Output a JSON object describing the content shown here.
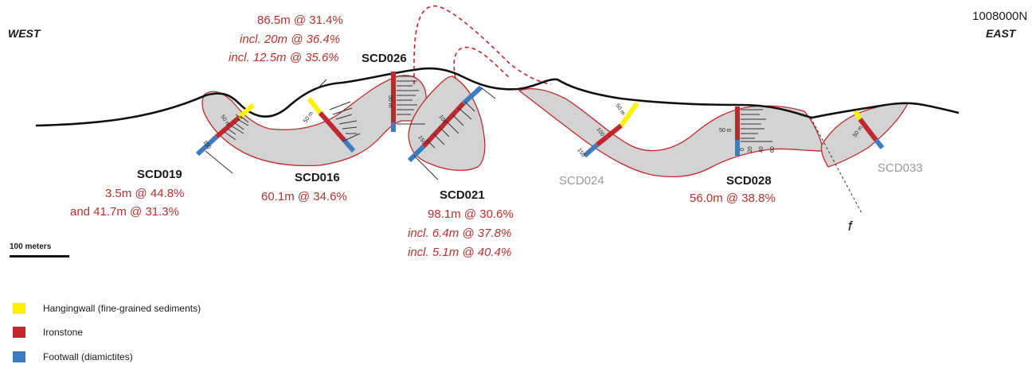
{
  "header": {
    "west_label": "WEST",
    "east_label": "EAST",
    "northing_label": "1008000N"
  },
  "colors": {
    "hangingwall": "#FFF200",
    "ironstone": "#C0282D",
    "footwall": "#3F7CBF",
    "result_text": "#B5322E",
    "orebody_fill": "#D3D3D3"
  },
  "holes": [
    {
      "id": "SCD019",
      "results": [
        "3.5m @ 44.8%",
        "and 41.7m @ 31.3%"
      ]
    },
    {
      "id": "SCD016",
      "results": [
        "60.1m @ 34.6%"
      ]
    },
    {
      "id": "SCD026",
      "results": [
        "86.5m @ 31.4%",
        "incl. 20m @ 36.4%",
        "incl. 12.5m @ 35.6%"
      ]
    },
    {
      "id": "SCD021",
      "results": [
        "98.1m @ 30.6%",
        "incl. 6.4m @ 37.8%",
        "incl. 5.1m @ 40.4%"
      ]
    },
    {
      "id": "SCD024",
      "results": []
    },
    {
      "id": "SCD028",
      "results": [
        "56.0m @ 38.8%"
      ]
    },
    {
      "id": "SCD033",
      "results": []
    }
  ],
  "depth_marks": {
    "d50": "50 m",
    "d100": "100",
    "d150": "150"
  },
  "grade_ticks": [
    "0",
    "20",
    "40",
    "60"
  ],
  "fault_label": "f",
  "scale_bar": {
    "label": "100 meters"
  },
  "legend": [
    {
      "label": "Hangingwall (fine-grained sediments)",
      "color": "#FFF200"
    },
    {
      "label": "Ironstone",
      "color": "#C0282D"
    },
    {
      "label": "Footwall (diamictites)",
      "color": "#3F7CBF"
    }
  ]
}
